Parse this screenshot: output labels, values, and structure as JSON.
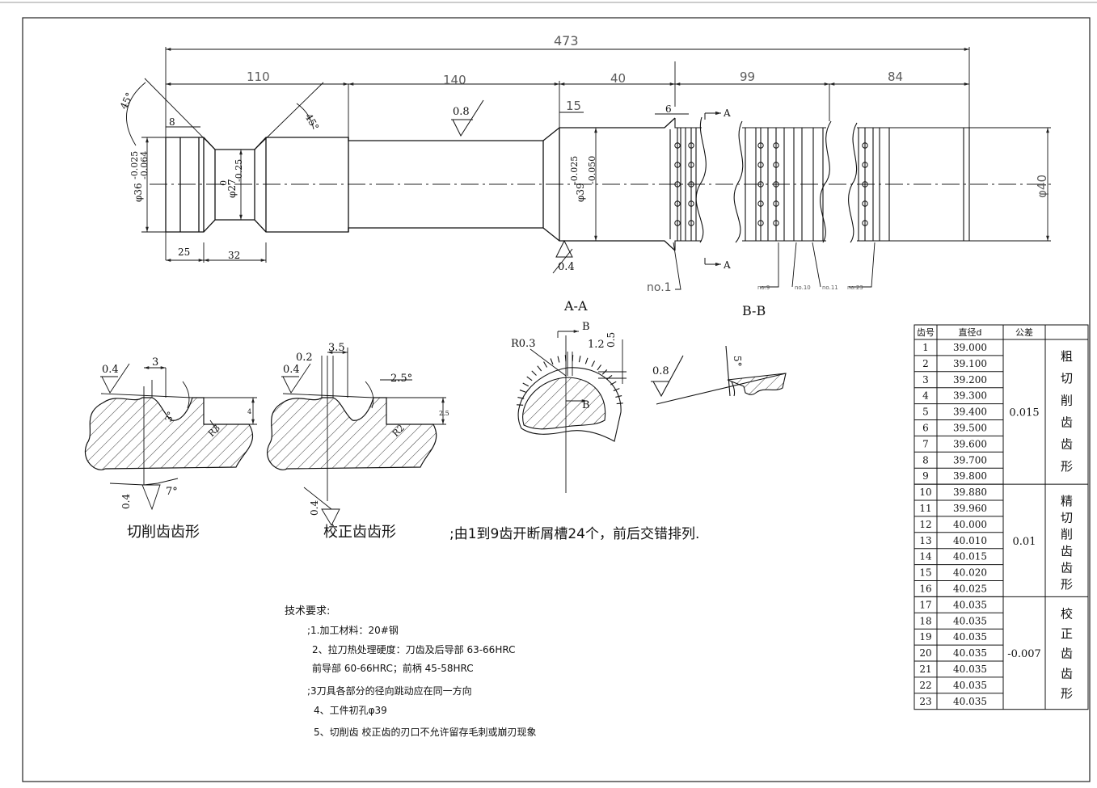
{
  "dimensions": {
    "overall": "473",
    "seg_110": "110",
    "seg_140": "140",
    "seg_40": "40",
    "seg_99": "99",
    "seg_84": "84",
    "seg_15": "15",
    "seg_6": "6",
    "seg_8": "8",
    "seg_25": "25",
    "seg_32": "32",
    "angle_left": "45°",
    "angle_right": "45°",
    "dia_36": "φ36",
    "dia_36_tol_upper": "-0.025",
    "dia_36_tol_lower": "-0.064",
    "dia_27": "φ27",
    "dia_27_tol_upper": "0",
    "dia_27_tol_lower": "-0.25",
    "dia_39": "φ39",
    "dia_39_tol_upper": "-0.025",
    "dia_39_tol_lower": "-0.050",
    "dia_40": "φ40",
    "roughness_top": "0.8",
    "roughness_bottom": "0.4",
    "section_a": "A",
    "label_aa": "A-A",
    "label_bb": "B-B",
    "no1": "no.1",
    "no9": "no.9",
    "no10": "no.10",
    "no11": "no.11",
    "no23": "no.23"
  },
  "profiles": {
    "cut": {
      "title": "切削齿齿形",
      "r1": "0.4",
      "pitch": "3",
      "r2": "0.4",
      "angle": "7°",
      "depth": "4",
      "rake": "3°",
      "r3": "R3"
    },
    "calib": {
      "title": "校正齿齿形",
      "r1": "0.4",
      "land": "0.2",
      "pitch": "3.5",
      "angle": "2.5°",
      "r2": "0.4",
      "depth": "2.5",
      "r3": "R2"
    },
    "section": {
      "r": "R0.3",
      "b": "B",
      "w": "1.2",
      "d": "0.5",
      "note": ";由1到9齿开断屑槽24个，前后交错排列."
    },
    "detail": {
      "rough": "0.8",
      "angle": "5°"
    }
  },
  "requirements": {
    "heading": "技术要求:",
    "lines": [
      ";1.加工材料：20#钢",
      "2、拉刀热处理硬度：刀齿及后导部 63-66HRC",
      "前导部 60-66HRC；前柄 45-58HRC",
      ";3刀具各部分的径向跳动应在同一方向",
      "4、工件初孔φ39",
      "5、切削齿 校正齿的刃口不允许留存毛刺或崩刃现象"
    ]
  },
  "teeth_table": {
    "headers": [
      "齿号",
      "直径d",
      "公差",
      ""
    ],
    "rows": [
      [
        "1",
        "39.000"
      ],
      [
        "2",
        "39.100"
      ],
      [
        "3",
        "39.200"
      ],
      [
        "4",
        "39.300"
      ],
      [
        "5",
        "39.400"
      ],
      [
        "6",
        "39.500"
      ],
      [
        "7",
        "39.600"
      ],
      [
        "8",
        "39.700"
      ],
      [
        "9",
        "39.800"
      ],
      [
        "10",
        "39.880"
      ],
      [
        "11",
        "39.960"
      ],
      [
        "12",
        "40.000"
      ],
      [
        "13",
        "40.010"
      ],
      [
        "14",
        "40.015"
      ],
      [
        "15",
        "40.020"
      ],
      [
        "16",
        "40.025"
      ],
      [
        "17",
        "40.035"
      ],
      [
        "18",
        "40.035"
      ],
      [
        "19",
        "40.035"
      ],
      [
        "20",
        "40.035"
      ],
      [
        "21",
        "40.035"
      ],
      [
        "22",
        "40.035"
      ],
      [
        "23",
        "40.035"
      ]
    ],
    "groups": [
      {
        "tolerance": "0.015",
        "chars": [
          "粗",
          "切",
          "削",
          "齿",
          "齿",
          "形"
        ]
      },
      {
        "tolerance": "0.01",
        "chars": [
          "精",
          "切",
          "削",
          "齿",
          "齿",
          "形"
        ]
      },
      {
        "tolerance": "-0.007",
        "chars": [
          "校",
          "正",
          "齿",
          "齿",
          "形"
        ]
      }
    ]
  }
}
